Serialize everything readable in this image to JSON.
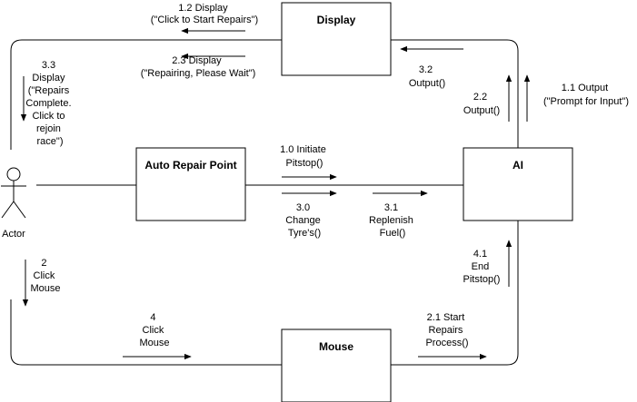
{
  "boxes": {
    "display": "Display",
    "auto_repair_point": "Auto Repair Point",
    "ai": "AI",
    "mouse": "Mouse"
  },
  "actor": {
    "label": "Actor"
  },
  "messages": {
    "m1_2": [
      "1.2  Display",
      "(\"Click to Start Repairs\")"
    ],
    "m2_3": [
      "2.3  Display",
      "(\"Repairing, Please Wait\")"
    ],
    "m3_3": [
      "3.3",
      "Display",
      "(\"Repairs",
      "Complete.",
      "Click to",
      "rejoin",
      "race\")"
    ],
    "m3_2": [
      "3.2",
      "Output()"
    ],
    "m2_2": [
      "2.2",
      "Output()"
    ],
    "m1_1": [
      "1.1 Output",
      "(\"Prompt for Input\")"
    ],
    "m1_0": [
      "1.0 Initiate",
      "Pitstop()"
    ],
    "m3_0": [
      "3.0",
      "Change",
      "Tyre's()"
    ],
    "m3_1": [
      "3.1",
      "Replenish",
      "Fuel()"
    ],
    "m4_1": [
      "4.1",
      "End",
      "Pitstop()"
    ],
    "m2": [
      "2",
      "Click",
      "Mouse"
    ],
    "m4": [
      "4",
      "Click",
      "Mouse"
    ],
    "m2_1": [
      "2.1  Start",
      "Repairs",
      "Process()"
    ]
  }
}
